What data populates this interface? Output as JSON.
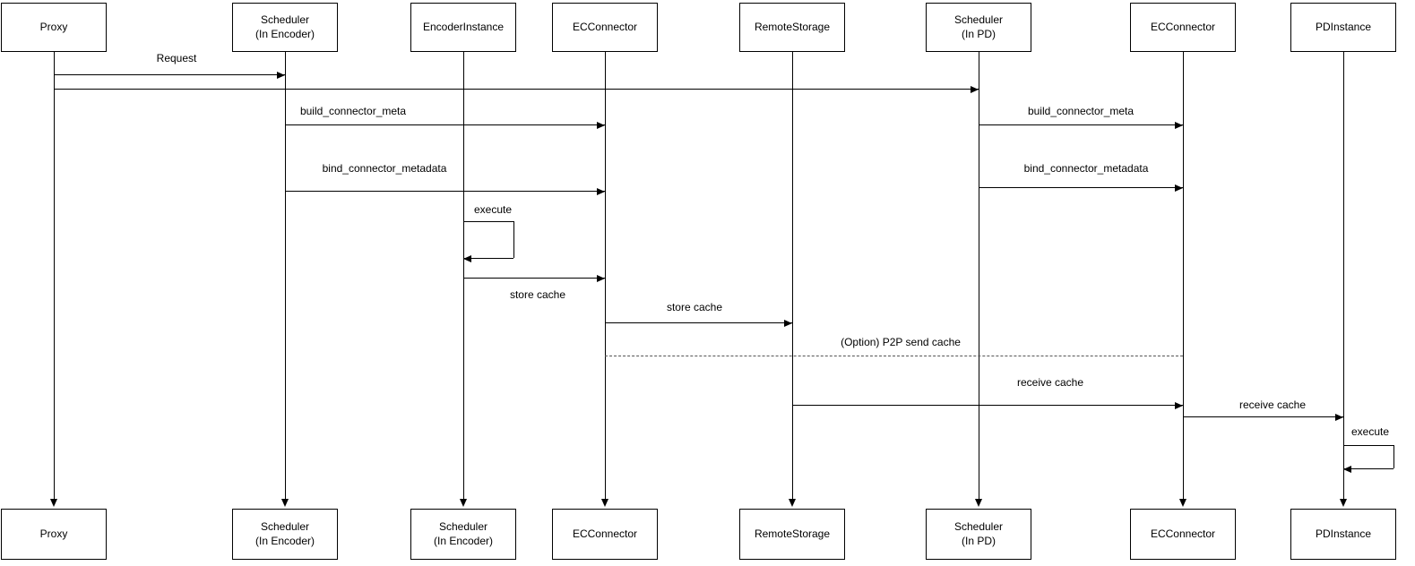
{
  "actors": [
    {
      "id": "proxy",
      "top": "Proxy",
      "bottom": "Proxy"
    },
    {
      "id": "scheduler-encoder",
      "top": "Scheduler\n(In Encoder)",
      "bottom": "Scheduler\n(In Encoder)"
    },
    {
      "id": "encoder-instance",
      "top": "EncoderInstance",
      "bottom": "Scheduler\n(In Encoder)"
    },
    {
      "id": "ec-connector-1",
      "top": "ECConnector",
      "bottom": "ECConnector"
    },
    {
      "id": "remote-storage",
      "top": "RemoteStorage",
      "bottom": "RemoteStorage"
    },
    {
      "id": "scheduler-pd",
      "top": "Scheduler\n(In PD)",
      "bottom": "Scheduler\n(In PD)"
    },
    {
      "id": "ec-connector-2",
      "top": "ECConnector",
      "bottom": "ECConnector"
    },
    {
      "id": "pd-instance",
      "top": "PDInstance",
      "bottom": "PDInstance"
    }
  ],
  "messages": {
    "request": "Request",
    "build_meta_enc": "build_connector_meta",
    "bind_meta_enc": "bind_connector_metadata",
    "execute_encoder": "execute",
    "store_cache_1": "store cache",
    "store_cache_2": "store cache",
    "p2p_send": "(Option) P2P send cache",
    "receive_cache_1": "receive cache",
    "build_meta_pd": "build_connector_meta",
    "bind_meta_pd": "bind_connector_metadata",
    "receive_cache_2": "receive cache",
    "execute_pd": "execute"
  },
  "colors": {
    "line": "#000000",
    "dashed_line": "#555555",
    "box_border": "#000000",
    "box_fill": "#ffffff",
    "background": "#ffffff",
    "text": "#000000"
  }
}
